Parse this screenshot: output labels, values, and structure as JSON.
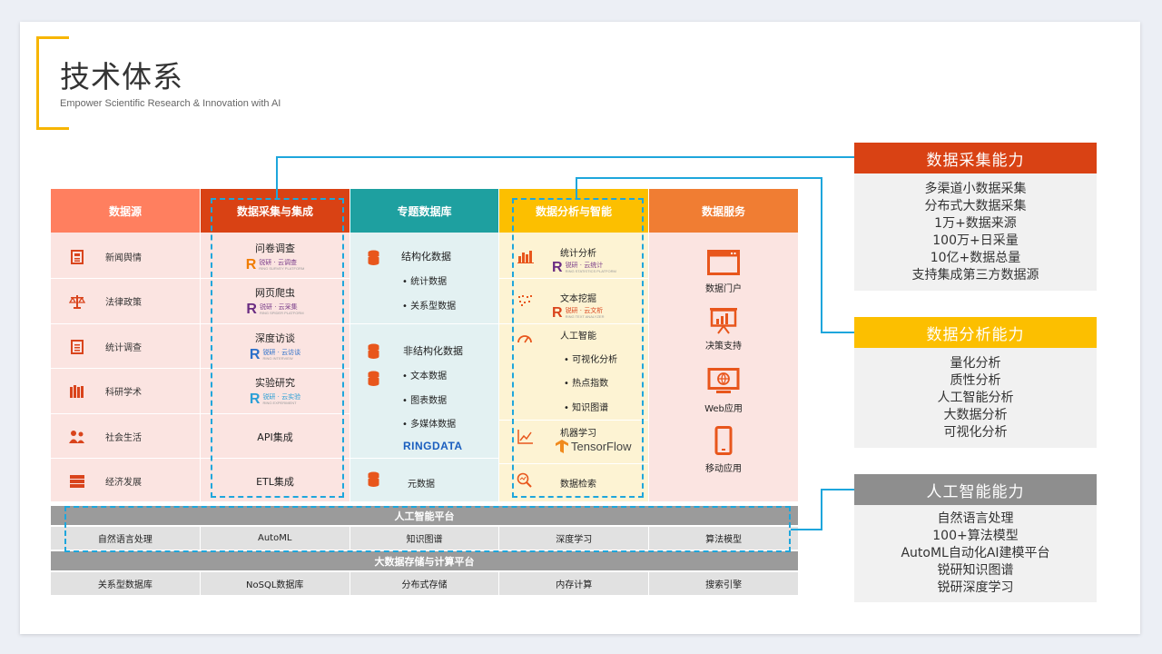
{
  "header": {
    "title": "技术体系",
    "subtitle": "Empower Scientific Research & Innovation with AI"
  },
  "columns": [
    {
      "label": "数据源",
      "color": "#ff7f5f",
      "bg": "#fbe4e1"
    },
    {
      "label": "数据采集与集成",
      "color": "#d94214",
      "bg": "#fbe4e1"
    },
    {
      "label": "专题数据库",
      "color": "#1ea0a0",
      "bg": "#e3f1f2"
    },
    {
      "label": "数据分析与智能",
      "color": "#fcbf00",
      "bg": "#fdf3d3"
    },
    {
      "label": "数据服务",
      "color": "#f07d33",
      "bg": "#fbe4e1"
    }
  ],
  "sources": [
    "新闻舆情",
    "法律政策",
    "统计调查",
    "科研学术",
    "社会生活",
    "经济发展"
  ],
  "collection": [
    {
      "label": "问卷调查",
      "brand_cn": "锐研 · 云调查",
      "brand_en": "RING SURVEY PLATFORM",
      "r_color": "#f07d00"
    },
    {
      "label": "网页爬虫",
      "brand_cn": "锐研 · 云采集",
      "brand_en": "RING SPIDER PLATFORM",
      "r_color": "#6a2c82"
    },
    {
      "label": "深度访谈",
      "brand_cn": "锐研 · 云访谈",
      "brand_en": "RING INTERVIEW",
      "r_color": "#2a6fc9"
    },
    {
      "label": "实验研究",
      "brand_cn": "锐研 · 云实验",
      "brand_en": "RING EXPERIMENT",
      "r_color": "#2a9fd6"
    },
    {
      "label": "API集成"
    },
    {
      "label": "ETL集成"
    }
  ],
  "database": {
    "structured": "结构化数据",
    "structured_items": [
      "• 统计数据",
      "• 关系型数据"
    ],
    "unstructured": "非结构化数据",
    "unstructured_items": [
      "• 文本数据",
      "• 图表数据",
      "• 多媒体数据"
    ],
    "ringdata": "RINGDATA",
    "metadata": "元数据"
  },
  "analysis": {
    "stats": "统计分析",
    "stats_brand_cn": "锐研 · 云统计",
    "stats_brand_en": "RING STATISTICS PLATFORM",
    "text": "文本挖掘",
    "text_brand_cn": "锐研 · 云文析",
    "text_brand_en": "RING TEXT ANALYZER",
    "ai": "人工智能",
    "ai_items": [
      "• 可视化分析",
      "• 热点指数",
      "• 知识图谱"
    ],
    "ml": "机器学习",
    "tensorflow": "TensorFlow",
    "search": "数据检索"
  },
  "services": [
    "数据门户",
    "决策支持",
    "Web应用",
    "移动应用"
  ],
  "ai_platform": {
    "label": "人工智能平台",
    "cells": [
      "自然语言处理",
      "AutoML",
      "知识图谱",
      "深度学习",
      "算法模型"
    ]
  },
  "bigdata_platform": {
    "label": "大数据存储与计算平台",
    "cells": [
      "关系型数据库",
      "NoSQL数据库",
      "分布式存储",
      "内存计算",
      "搜索引擎"
    ]
  },
  "capabilities": [
    {
      "title": "数据采集能力",
      "color": "#d94214",
      "items": [
        "多渠道小数据采集",
        "分布式大数据采集",
        "1万+数据来源",
        "100万+日采量",
        "10亿+数据总量",
        "支持集成第三方数据源"
      ]
    },
    {
      "title": "数据分析能力",
      "color": "#fcbf00",
      "items": [
        "量化分析",
        "质性分析",
        "人工智能分析",
        "大数据分析",
        "可视化分析"
      ]
    },
    {
      "title": "人工智能能力",
      "color": "#8e8e8e",
      "items": [
        "自然语言处理",
        "100+算法模型",
        "AutoML自动化AI建模平台",
        "锐研知识图谱",
        "锐研深度学习"
      ]
    }
  ],
  "colors": {
    "accent": "#f7b500",
    "connector": "#1ea6dc",
    "db_icon": "#e8561c",
    "source_icon": "#d9441c"
  }
}
